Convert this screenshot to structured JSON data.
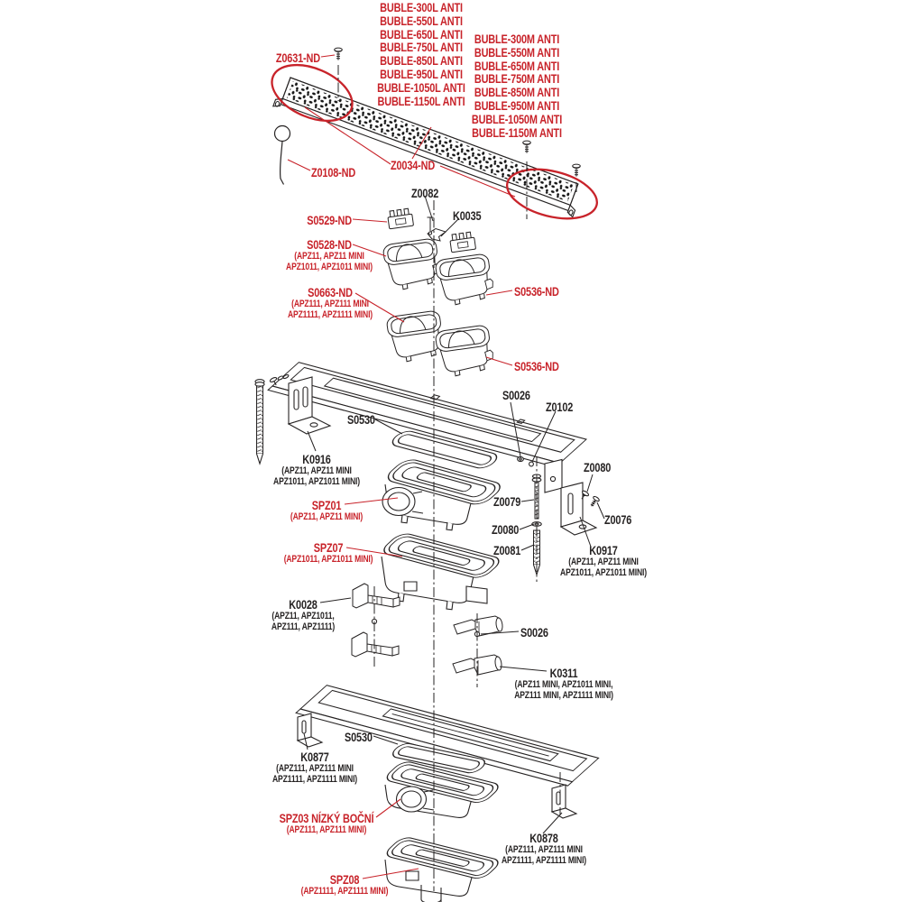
{
  "colors": {
    "accent_red": "#c8232a",
    "line": "#262323",
    "background": "#ffffff"
  },
  "product_lists": {
    "left": [
      "BUBLE-300L ANTI",
      "BUBLE-550L ANTI",
      "BUBLE-650L ANTI",
      "BUBLE-750L ANTI",
      "BUBLE-850L ANTI",
      "BUBLE-950L ANTI",
      "BUBLE-1050L ANTI",
      "BUBLE-1150L ANTI"
    ],
    "right": [
      "BUBLE-300M ANTI",
      "BUBLE-550M ANTI",
      "BUBLE-650M ANTI",
      "BUBLE-750M ANTI",
      "BUBLE-850M ANTI",
      "BUBLE-950M ANTI",
      "BUBLE-1050M ANTI",
      "BUBLE-1150M ANTI"
    ]
  },
  "labels": {
    "z0631": {
      "text": "Z0631-ND"
    },
    "z0108": {
      "text": "Z0108-ND"
    },
    "z0034": {
      "text": "Z0034-ND"
    },
    "z0082": {
      "text": "Z0082"
    },
    "k0035": {
      "text": "K0035"
    },
    "s0529": {
      "text": "S0529-ND"
    },
    "s0528": {
      "text": "S0528-ND",
      "sub1": "(APZ11, APZ11 MINI",
      "sub2": "APZ1011, APZ1011 MINI)"
    },
    "s0663": {
      "text": "S0663-ND",
      "sub1": "(APZ111, APZ111 MINI",
      "sub2": "APZ1111, APZ1111 MINI)"
    },
    "s0536_upper": {
      "text": "S0536-ND"
    },
    "s0536_lower": {
      "text": "S0536-ND"
    },
    "s0026_frame": {
      "text": "S0026"
    },
    "z0102": {
      "text": "Z0102"
    },
    "s0530_upper": {
      "text": "S0530"
    },
    "k0916": {
      "text": "K0916",
      "sub1": "(APZ11, APZ11 MINI",
      "sub2": "APZ1011, APZ1011 MINI)"
    },
    "spz01": {
      "text": "SPZ01",
      "sub1": "(APZ11, APZ11 MINI)"
    },
    "z0079": {
      "text": "Z0079"
    },
    "z0080_left": {
      "text": "Z0080"
    },
    "z0081": {
      "text": "Z0081"
    },
    "z0080_right": {
      "text": "Z0080"
    },
    "z0076": {
      "text": "Z0076"
    },
    "k0917": {
      "text": "K0917",
      "sub1": "(APZ11, APZ11 MINI",
      "sub2": "APZ1011, APZ1011 MINI)"
    },
    "spz07": {
      "text": "SPZ07",
      "sub1": "(APZ1011, APZ1011 MINI)"
    },
    "k0028": {
      "text": "K0028",
      "sub1": "(APZ11, APZ1011,",
      "sub2": "APZ111, APZ1111)"
    },
    "s0026_clip": {
      "text": "S0026"
    },
    "k0311": {
      "text": "K0311",
      "sub1": "(APZ11 MINI, APZ1011 MINI,",
      "sub2": "APZ111 MINI, APZ1111 MINI)"
    },
    "k0877": {
      "text": "K0877",
      "sub1": "(APZ111, APZ111 MINI",
      "sub2": "APZ1111, APZ1111 MINI)"
    },
    "s0530_lower": {
      "text": "S0530"
    },
    "spz03": {
      "text": "SPZ03 NÍZKÝ BOČNÍ",
      "sub1": "(APZ111, APZ111 MINI)"
    },
    "k0878": {
      "text": "K0878",
      "sub1": "(APZ111, APZ111 MINI",
      "sub2": "APZ1111, APZ1111 MINI)"
    },
    "spz08": {
      "text": "SPZ08",
      "sub1": "(APZ1111, APZ1111 MINI)"
    }
  }
}
